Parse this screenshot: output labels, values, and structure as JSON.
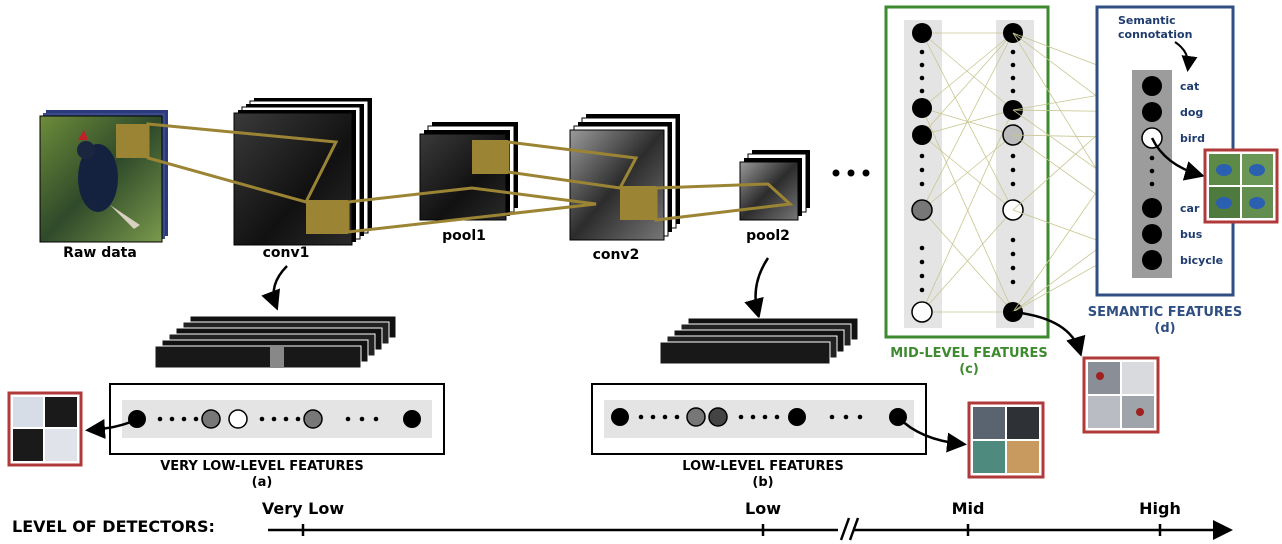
{
  "labels": {
    "raw_data": "Raw data",
    "conv1": "conv1",
    "pool1": "pool1",
    "conv2": "conv2",
    "pool2": "pool2"
  },
  "sections": {
    "very_low": {
      "title": "VERY LOW-LEVEL FEATURES",
      "tag": "(a)"
    },
    "low": {
      "title": "LOW-LEVEL FEATURES",
      "tag": "(b)"
    },
    "mid": {
      "title": "MID-LEVEL FEATURES",
      "tag": "(c)"
    },
    "semantic": {
      "title": "SEMANTIC FEATURES",
      "tag": "(d)"
    }
  },
  "semantic_note": {
    "line1": "Semantic",
    "line2": "connotation"
  },
  "classes": [
    "cat",
    "dog",
    "bird",
    "car",
    "bus",
    "bicycle"
  ],
  "axis": {
    "title": "LEVEL OF DETECTORS:",
    "ticks": [
      "Very Low",
      "Low",
      "Mid",
      "High"
    ]
  },
  "colors": {
    "mid_box": "#3e8a2e",
    "semantic_box": "#2f4f82",
    "connector": "#9b8535",
    "thumb_border": "#b03a3a",
    "column_bg": "#e4e4e4",
    "semantic_column_bg": "#9c9c9c"
  }
}
